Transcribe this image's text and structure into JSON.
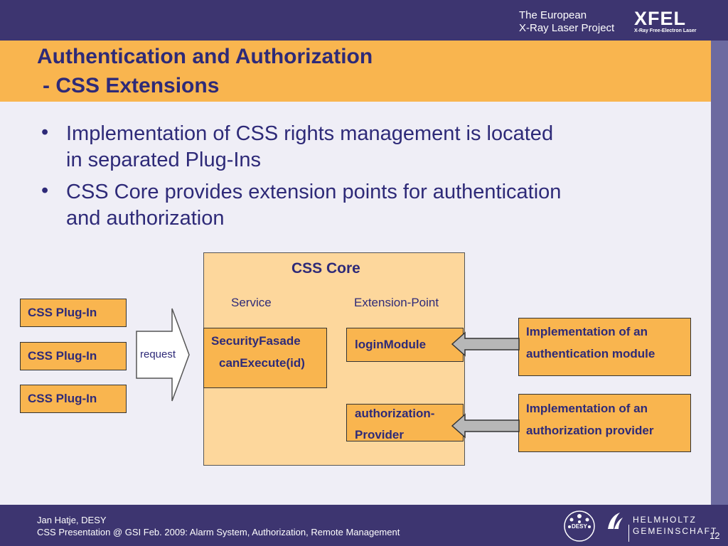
{
  "header": {
    "org_line1": "The European",
    "org_line2": "X-Ray Laser Project",
    "logo_text": "XFEL",
    "logo_subtext": "X-Ray Free-Electron Laser"
  },
  "slide": {
    "title_line1": "Authentication and Authorization",
    "title_line2": "- CSS Extensions",
    "bullets": [
      {
        "line1": "Implementation of CSS rights management is located",
        "line2": "in separated Plug-Ins"
      },
      {
        "line1": "CSS Core provides extension points for authentication",
        "line2": "and authorization"
      }
    ]
  },
  "diagram": {
    "core_title": "CSS Core",
    "service_label": "Service",
    "extension_point_label": "Extension-Point",
    "plugins": [
      "CSS Plug-In",
      "CSS Plug-In",
      "CSS Plug-In"
    ],
    "request_label": "request",
    "security_fasade": {
      "line1": "SecurityFasade",
      "line2": "canExecute(id)"
    },
    "login_module": "loginModule",
    "authorization_provider": {
      "line1": "authorization-",
      "line2": "Provider"
    },
    "auth_module_impl": {
      "line1": "Implementation of an",
      "line2": "authentication module"
    },
    "authz_provider_impl": {
      "line1": "Implementation of an",
      "line2": "authorization provider"
    }
  },
  "footer": {
    "author": "Jan Hatje, DESY",
    "presentation": "CSS Presentation @ GSI Feb. 2009: Alarm System, Authorization, Remote Management",
    "desy_logo_text": "DESY",
    "helmholtz_line1": "HELMHOLTZ",
    "helmholtz_line2": "GEMEINSCHAFT",
    "page_number": "12"
  },
  "colors": {
    "title_bar": "#f9b54f",
    "dark_bar": "#3d3570",
    "text": "#2e2a78",
    "core_fill": "#fdd79c"
  }
}
